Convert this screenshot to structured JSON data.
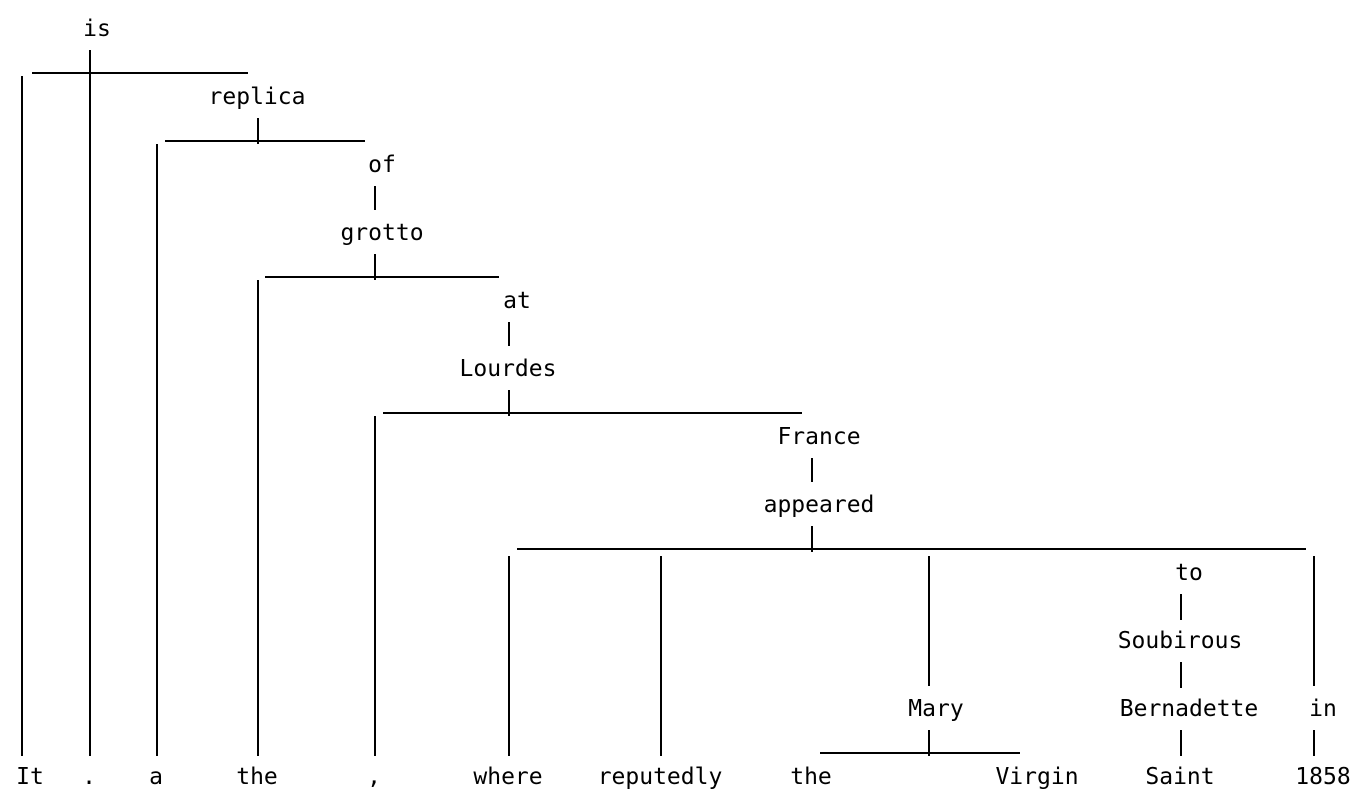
{
  "tree": {
    "nodes": {
      "is": "is",
      "replica": "replica",
      "of": "of",
      "grotto": "grotto",
      "at": "at",
      "lourdes": "Lourdes",
      "france": "France",
      "appeared": "appeared",
      "to": "to",
      "soubirous": "Soubirous",
      "mary": "Mary",
      "bernadette": "Bernadette",
      "in": "in",
      "it": "It",
      "period": ".",
      "a": "a",
      "the1": "the",
      "comma": ",",
      "where": "where",
      "reputedly": "reputedly",
      "the2": "the",
      "virgin": "Virgin",
      "saint": "Saint",
      "year": "1858"
    }
  }
}
